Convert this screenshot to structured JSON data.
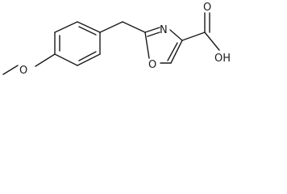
{
  "atoms": {
    "methoxy_o": "O",
    "ring_n": "N",
    "ring_o": "O",
    "carbonyl_o": "O",
    "hydroxyl": "OH"
  }
}
